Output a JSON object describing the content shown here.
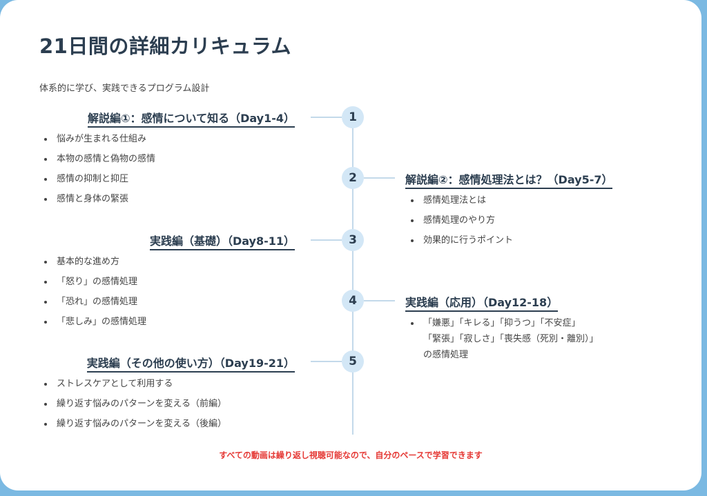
{
  "title": "21日間の詳細カリキュラム",
  "subtitle": "体系的に学び、実践できるプログラム設計",
  "sections": [
    {
      "number": "1",
      "heading": "解説編①：感情について知る（Day1-4）",
      "items": [
        "悩みが生まれる仕組み",
        "本物の感情と偽物の感情",
        "感情の抑制と抑圧",
        "感情と身体の緊張"
      ]
    },
    {
      "number": "2",
      "heading": "解説編②：感情処理法とは？（Day5-7）",
      "items": [
        "感情処理法とは",
        "感情処理のやり方",
        "効果的に行うポイント"
      ]
    },
    {
      "number": "3",
      "heading": "実践編（基礎）（Day8-11）",
      "items": [
        "基本的な進め方",
        "「怒り」の感情処理",
        "「恐れ」の感情処理",
        "「悲しみ」の感情処理"
      ]
    },
    {
      "number": "4",
      "heading": "実践編（応用）（Day12-18）",
      "items": [
        "「嫌悪」「キレる」「抑うつ」「不安症」",
        "「緊張」「寂しさ」「喪失感（死別・離別）」",
        "の感情処理"
      ]
    },
    {
      "number": "5",
      "heading": "実践編（その他の使い方）（Day19-21）",
      "items": [
        "ストレスケアとして利用する",
        "繰り返す悩みのパターンを変える（前編）",
        "繰り返す悩みのパターンを変える（後編）"
      ]
    }
  ],
  "footer_note": "すべての動画は繰り返し視聴可能なので、自分のペースで学習できます",
  "colors": {
    "accent_text": "#2c3e50",
    "node_fill": "#d3e7f6",
    "note": "#e53935",
    "frame": "#7bb9e2"
  }
}
